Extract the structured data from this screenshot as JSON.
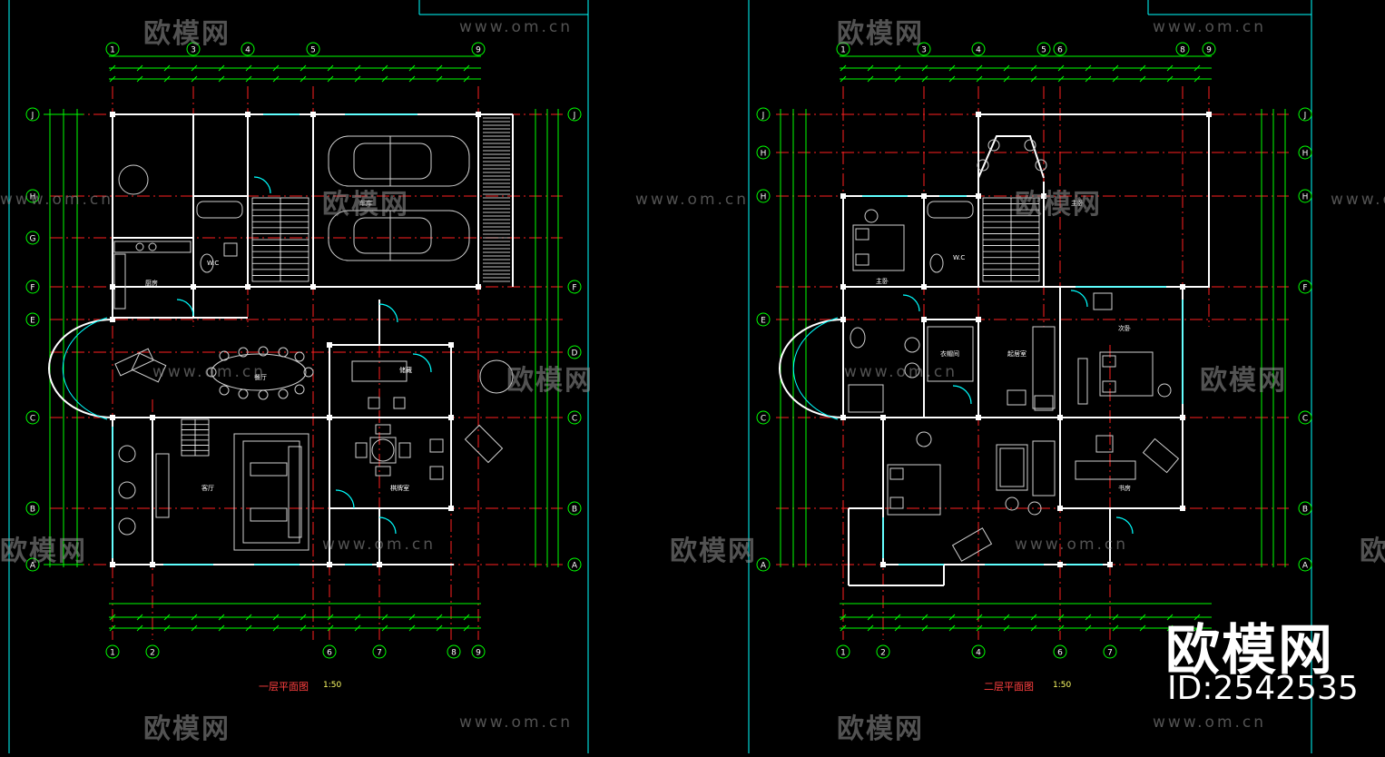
{
  "watermark": {
    "cn": "欧模网",
    "url": "www.om.cn"
  },
  "brand": {
    "name": "欧模网",
    "id": "ID:2542535"
  },
  "plans": [
    {
      "title": "一层平面图",
      "scale": "1:50",
      "grid_top": [
        "1",
        "3",
        "4",
        "5",
        "9"
      ],
      "grid_bottom": [
        "1",
        "2",
        "6",
        "7",
        "8",
        "9"
      ],
      "grid_left": [
        "J",
        "H",
        "G",
        "F",
        "E",
        "C",
        "B",
        "A"
      ],
      "grid_right": [
        "J",
        "F",
        "D",
        "C",
        "B",
        "A"
      ],
      "room_labels": [
        "车库",
        "厨房",
        "W.C",
        "餐厅",
        "储藏",
        "客厅",
        "棋牌室"
      ]
    },
    {
      "title": "二层平面图",
      "scale": "1:50",
      "grid_top": [
        "1",
        "3",
        "4",
        "5",
        "6",
        "8",
        "9"
      ],
      "grid_bottom": [
        "1",
        "2",
        "4",
        "6",
        "7"
      ],
      "grid_left": [
        "J",
        "H",
        "H",
        "E",
        "C",
        "A"
      ],
      "grid_right": [
        "J",
        "H",
        "H",
        "F",
        "C",
        "B",
        "A"
      ],
      "room_labels": [
        "主卧",
        "W.C",
        "衣帽间",
        "主卧",
        "起居室",
        "次卧",
        "书房"
      ]
    }
  ],
  "colors": {
    "background": "#000000",
    "wall": "#ffffff",
    "grid": "#00ff00",
    "axis": "#ff0000",
    "furniture": "#cfcfcf",
    "door": "#00ffff",
    "frame": "#00ffff",
    "text": "#ffff66"
  }
}
